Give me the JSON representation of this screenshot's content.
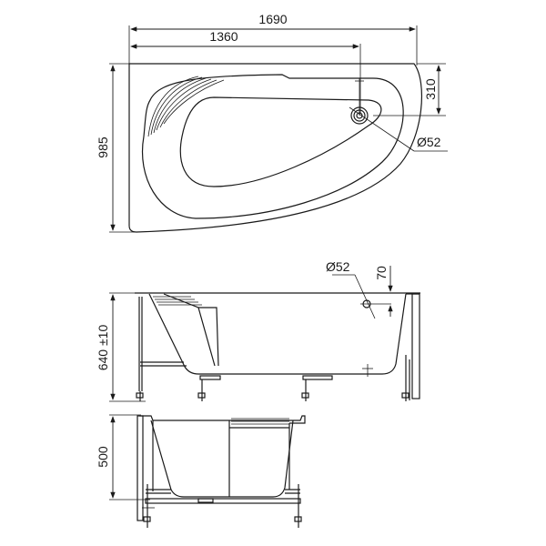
{
  "drawing": {
    "top_view": {
      "overall_length": "1690",
      "drain_offset_length": "1360",
      "overall_width": "985",
      "drain_offset_width": "310",
      "drain_diameter": "Ø52"
    },
    "front_view": {
      "overflow_diameter": "Ø52",
      "overflow_offset": "70",
      "height": "640 ±10"
    },
    "side_view": {
      "depth": "500"
    }
  },
  "colors": {
    "line": "#1a1a1a",
    "background": "#ffffff"
  }
}
